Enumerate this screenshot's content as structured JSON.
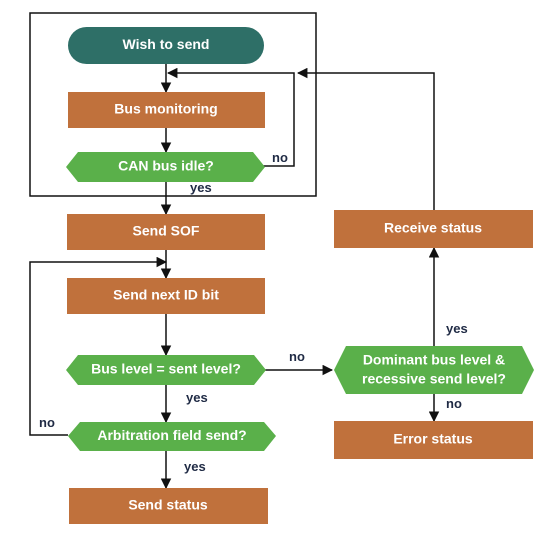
{
  "colors": {
    "start": "#2e6f67",
    "process": "#c0713c",
    "decision": "#5ab04a",
    "line": "#111111",
    "edge_label": "#1f2a44"
  },
  "nodes": {
    "wish_to_send": "Wish to send",
    "bus_monitoring": "Bus monitoring",
    "can_bus_idle": "CAN bus idle?",
    "send_sof": "Send SOF",
    "send_next_id_bit": "Send next ID bit",
    "bus_level_eq_sent": "Bus level = sent level?",
    "arbitration_field_send": "Arbitration field send?",
    "send_status": "Send status",
    "receive_status": "Receive status",
    "dominant_recessive_line1": "Dominant bus level &",
    "dominant_recessive_line2": "recessive send level?",
    "error_status": "Error status"
  },
  "edge_labels": {
    "idle_no": "no",
    "idle_yes": "yes",
    "bus_level_yes": "yes",
    "bus_level_no": "no",
    "arbitration_no": "no",
    "arbitration_yes": "yes",
    "dominant_yes": "yes",
    "dominant_no": "no"
  }
}
